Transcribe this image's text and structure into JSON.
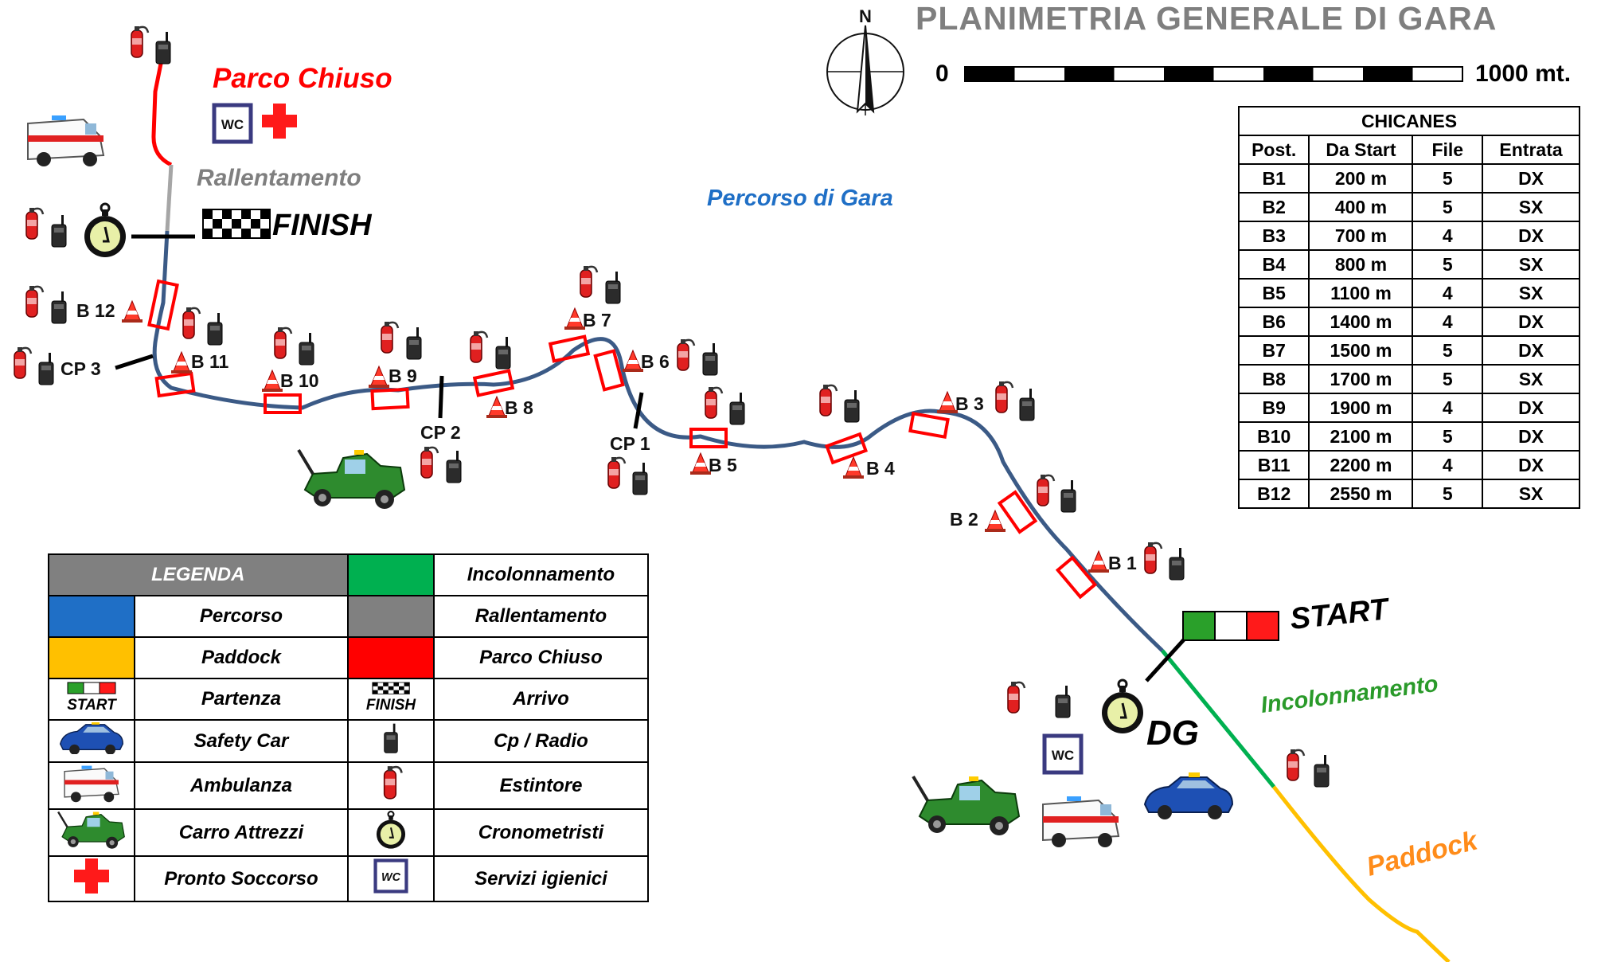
{
  "title": "PLANIMETRIA GENERALE DI GARA",
  "compass": {
    "north_label": "N"
  },
  "scale": {
    "start": "0",
    "end": "1000 mt."
  },
  "map_labels": {
    "parco_chiuso": "Parco Chiuso",
    "rallentamento": "Rallentamento",
    "finish": "FINISH",
    "percorso": "Percorso di Gara",
    "start": "START",
    "dg": "DG",
    "incolonnamento": "Incolonnamento",
    "paddock": "Paddock",
    "wc": "WC"
  },
  "chicane_labels": [
    "B 1",
    "B 2",
    "B 3",
    "B 4",
    "B 5",
    "B 6",
    "B 7",
    "B 8",
    "B 9",
    "B 10",
    "B 11",
    "B 12"
  ],
  "checkpoints": [
    "CP 1",
    "CP 2",
    "CP 3"
  ],
  "chicanes_table": {
    "title": "CHICANES",
    "columns": [
      "Post.",
      "Da Start",
      "File",
      "Entrata"
    ],
    "rows": [
      [
        "B1",
        "200 m",
        "5",
        "DX"
      ],
      [
        "B2",
        "400 m",
        "5",
        "SX"
      ],
      [
        "B3",
        "700 m",
        "4",
        "DX"
      ],
      [
        "B4",
        "800 m",
        "5",
        "SX"
      ],
      [
        "B5",
        "1100 m",
        "4",
        "SX"
      ],
      [
        "B6",
        "1400 m",
        "4",
        "DX"
      ],
      [
        "B7",
        "1500 m",
        "5",
        "DX"
      ],
      [
        "B8",
        "1700 m",
        "5",
        "SX"
      ],
      [
        "B9",
        "1900 m",
        "4",
        "DX"
      ],
      [
        "B10",
        "2100 m",
        "5",
        "DX"
      ],
      [
        "B11",
        "2200 m",
        "4",
        "DX"
      ],
      [
        "B12",
        "2550 m",
        "5",
        "SX"
      ]
    ]
  },
  "legend": {
    "header": "LEGENDA",
    "start_icon_text": "START",
    "finish_icon_text": "FINISH",
    "items": {
      "incolonnamento": "Incolonnamento",
      "percorso": "Percorso",
      "rallentamento": "Rallentamento",
      "paddock": "Paddock",
      "parco_chiuso": "Parco Chiuso",
      "partenza": "Partenza",
      "arrivo": "Arrivo",
      "safety_car": "Safety Car",
      "cp_radio": "Cp / Radio",
      "ambulanza": "Ambulanza",
      "estintore": "Estintore",
      "carro_attrezzi": "Carro Attrezzi",
      "cronometristi": "Cronometristi",
      "pronto_soccorso": "Pronto Soccorso",
      "servizi_igienici": "Servizi igienici"
    }
  },
  "colors": {
    "percorso": "#3b5a86",
    "percorso_legend": "#1f6fc6",
    "paddock": "#ffc000",
    "incolonnamento": "#00b050",
    "rallentamento": "#a6a6a6",
    "parco_chiuso": "#ff0000",
    "legend_header": "#808080",
    "chicane": "#ff0000",
    "title": "#7f7f7f"
  }
}
